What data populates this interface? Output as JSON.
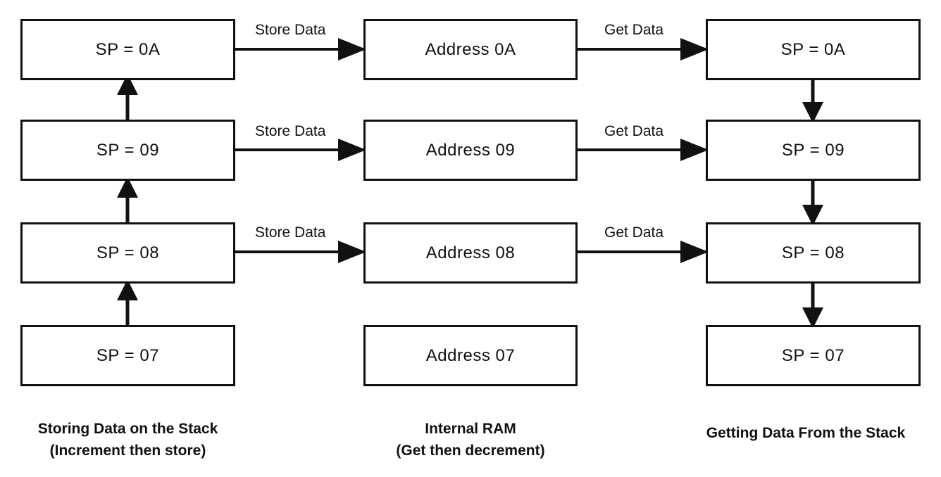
{
  "columns": {
    "store": {
      "boxes": [
        "SP = 0A",
        "SP = 09",
        "SP = 08",
        "SP = 07"
      ],
      "caption": [
        "Storing Data on the Stack",
        "(Increment then store)"
      ]
    },
    "ram": {
      "boxes": [
        "Address 0A",
        "Address 09",
        "Address 08",
        "Address 07"
      ],
      "caption": [
        "Internal RAM",
        "(Get then decrement)"
      ]
    },
    "get": {
      "boxes": [
        "SP = 0A",
        "SP = 09",
        "SP = 08",
        "SP = 07"
      ],
      "caption": [
        "Getting Data From the Stack"
      ]
    }
  },
  "edges": {
    "store_label": "Store Data",
    "get_label": "Get Data"
  }
}
